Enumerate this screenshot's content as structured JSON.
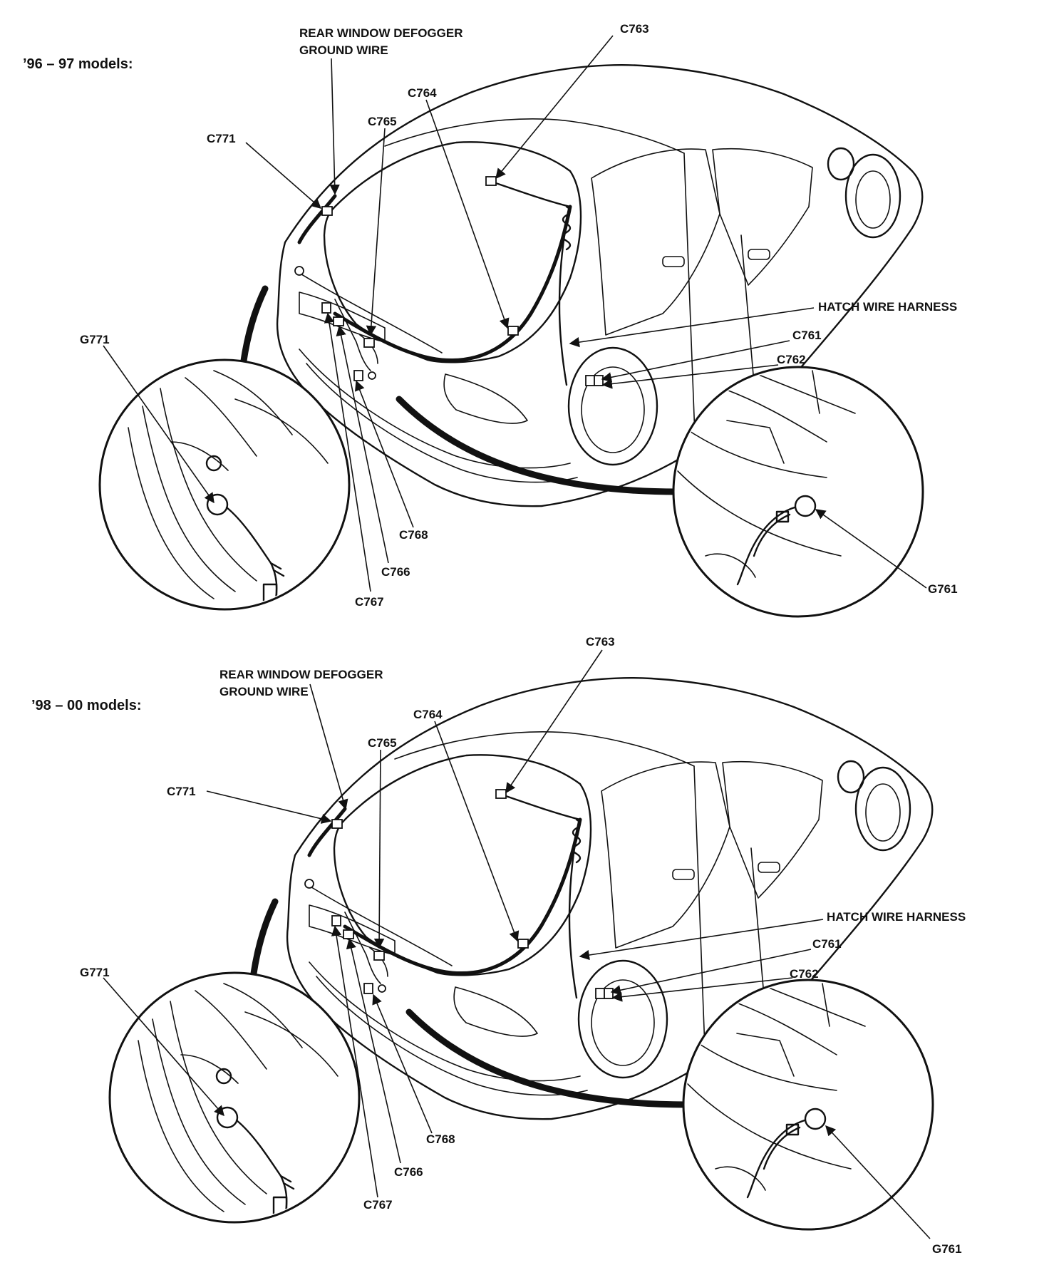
{
  "sections": [
    {
      "header": "’96 – 97 models:",
      "labels": {
        "defogger_line1": "REAR WINDOW DEFOGGER",
        "defogger_line2": "GROUND WIRE",
        "c763": "C763",
        "c764": "C764",
        "c765": "C765",
        "c771": "C771",
        "g771": "G771",
        "hatch": "HATCH WIRE HARNESS",
        "c761": "C761",
        "c762": "C762",
        "c768": "C768",
        "c766": "C766",
        "c767": "C767",
        "g761": "G761"
      }
    },
    {
      "header": "’98 – 00 models:",
      "labels": {
        "defogger_line1": "REAR WINDOW DEFOGGER",
        "defogger_line2": "GROUND WIRE",
        "c763": "C763",
        "c764": "C764",
        "c765": "C765",
        "c771": "C771",
        "g771": "G771",
        "hatch": "HATCH WIRE HARNESS",
        "c761": "C761",
        "c762": "C762",
        "c768": "C768",
        "c766": "C766",
        "c767": "C767",
        "g761": "G761"
      }
    }
  ]
}
